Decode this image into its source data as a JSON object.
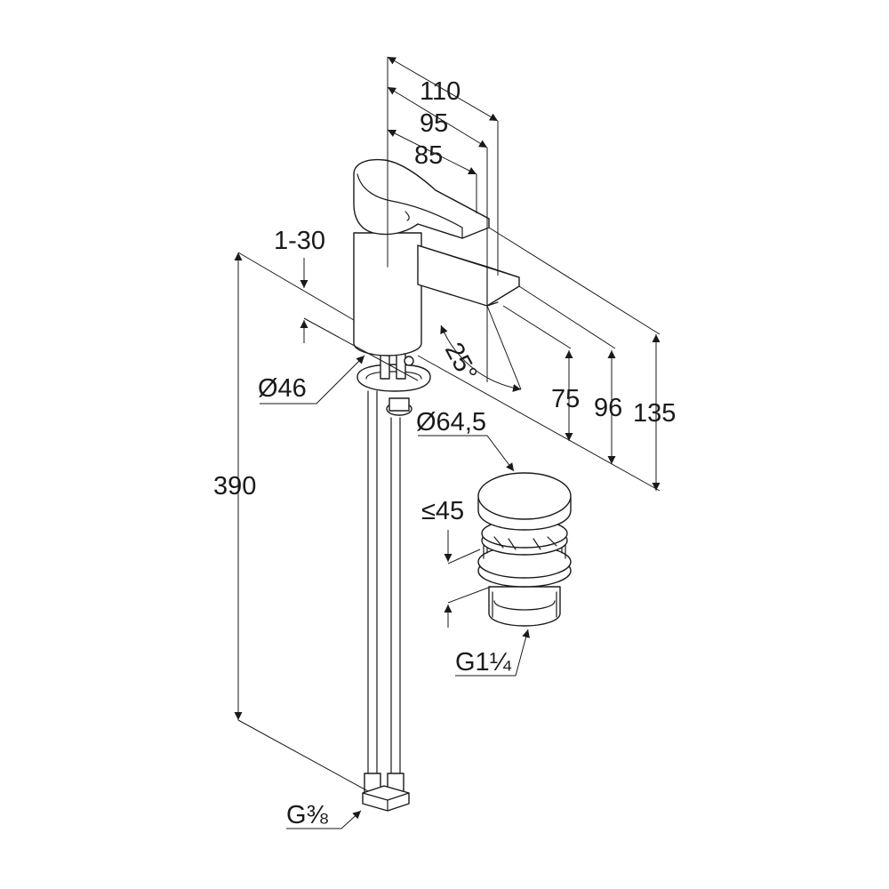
{
  "labels": {
    "d110": "110",
    "d95": "95",
    "d85": "85",
    "d1_30": "1-30",
    "d25": "25°",
    "d46": "Ø46",
    "d64_5": "Ø64,5",
    "d75": "75",
    "d96": "96",
    "d135": "135",
    "d390": "390",
    "d45": "≤45",
    "g1_prefix": "G1",
    "g1_frac": "¼",
    "g38_prefix": "G",
    "g38_frac": "⅜"
  }
}
